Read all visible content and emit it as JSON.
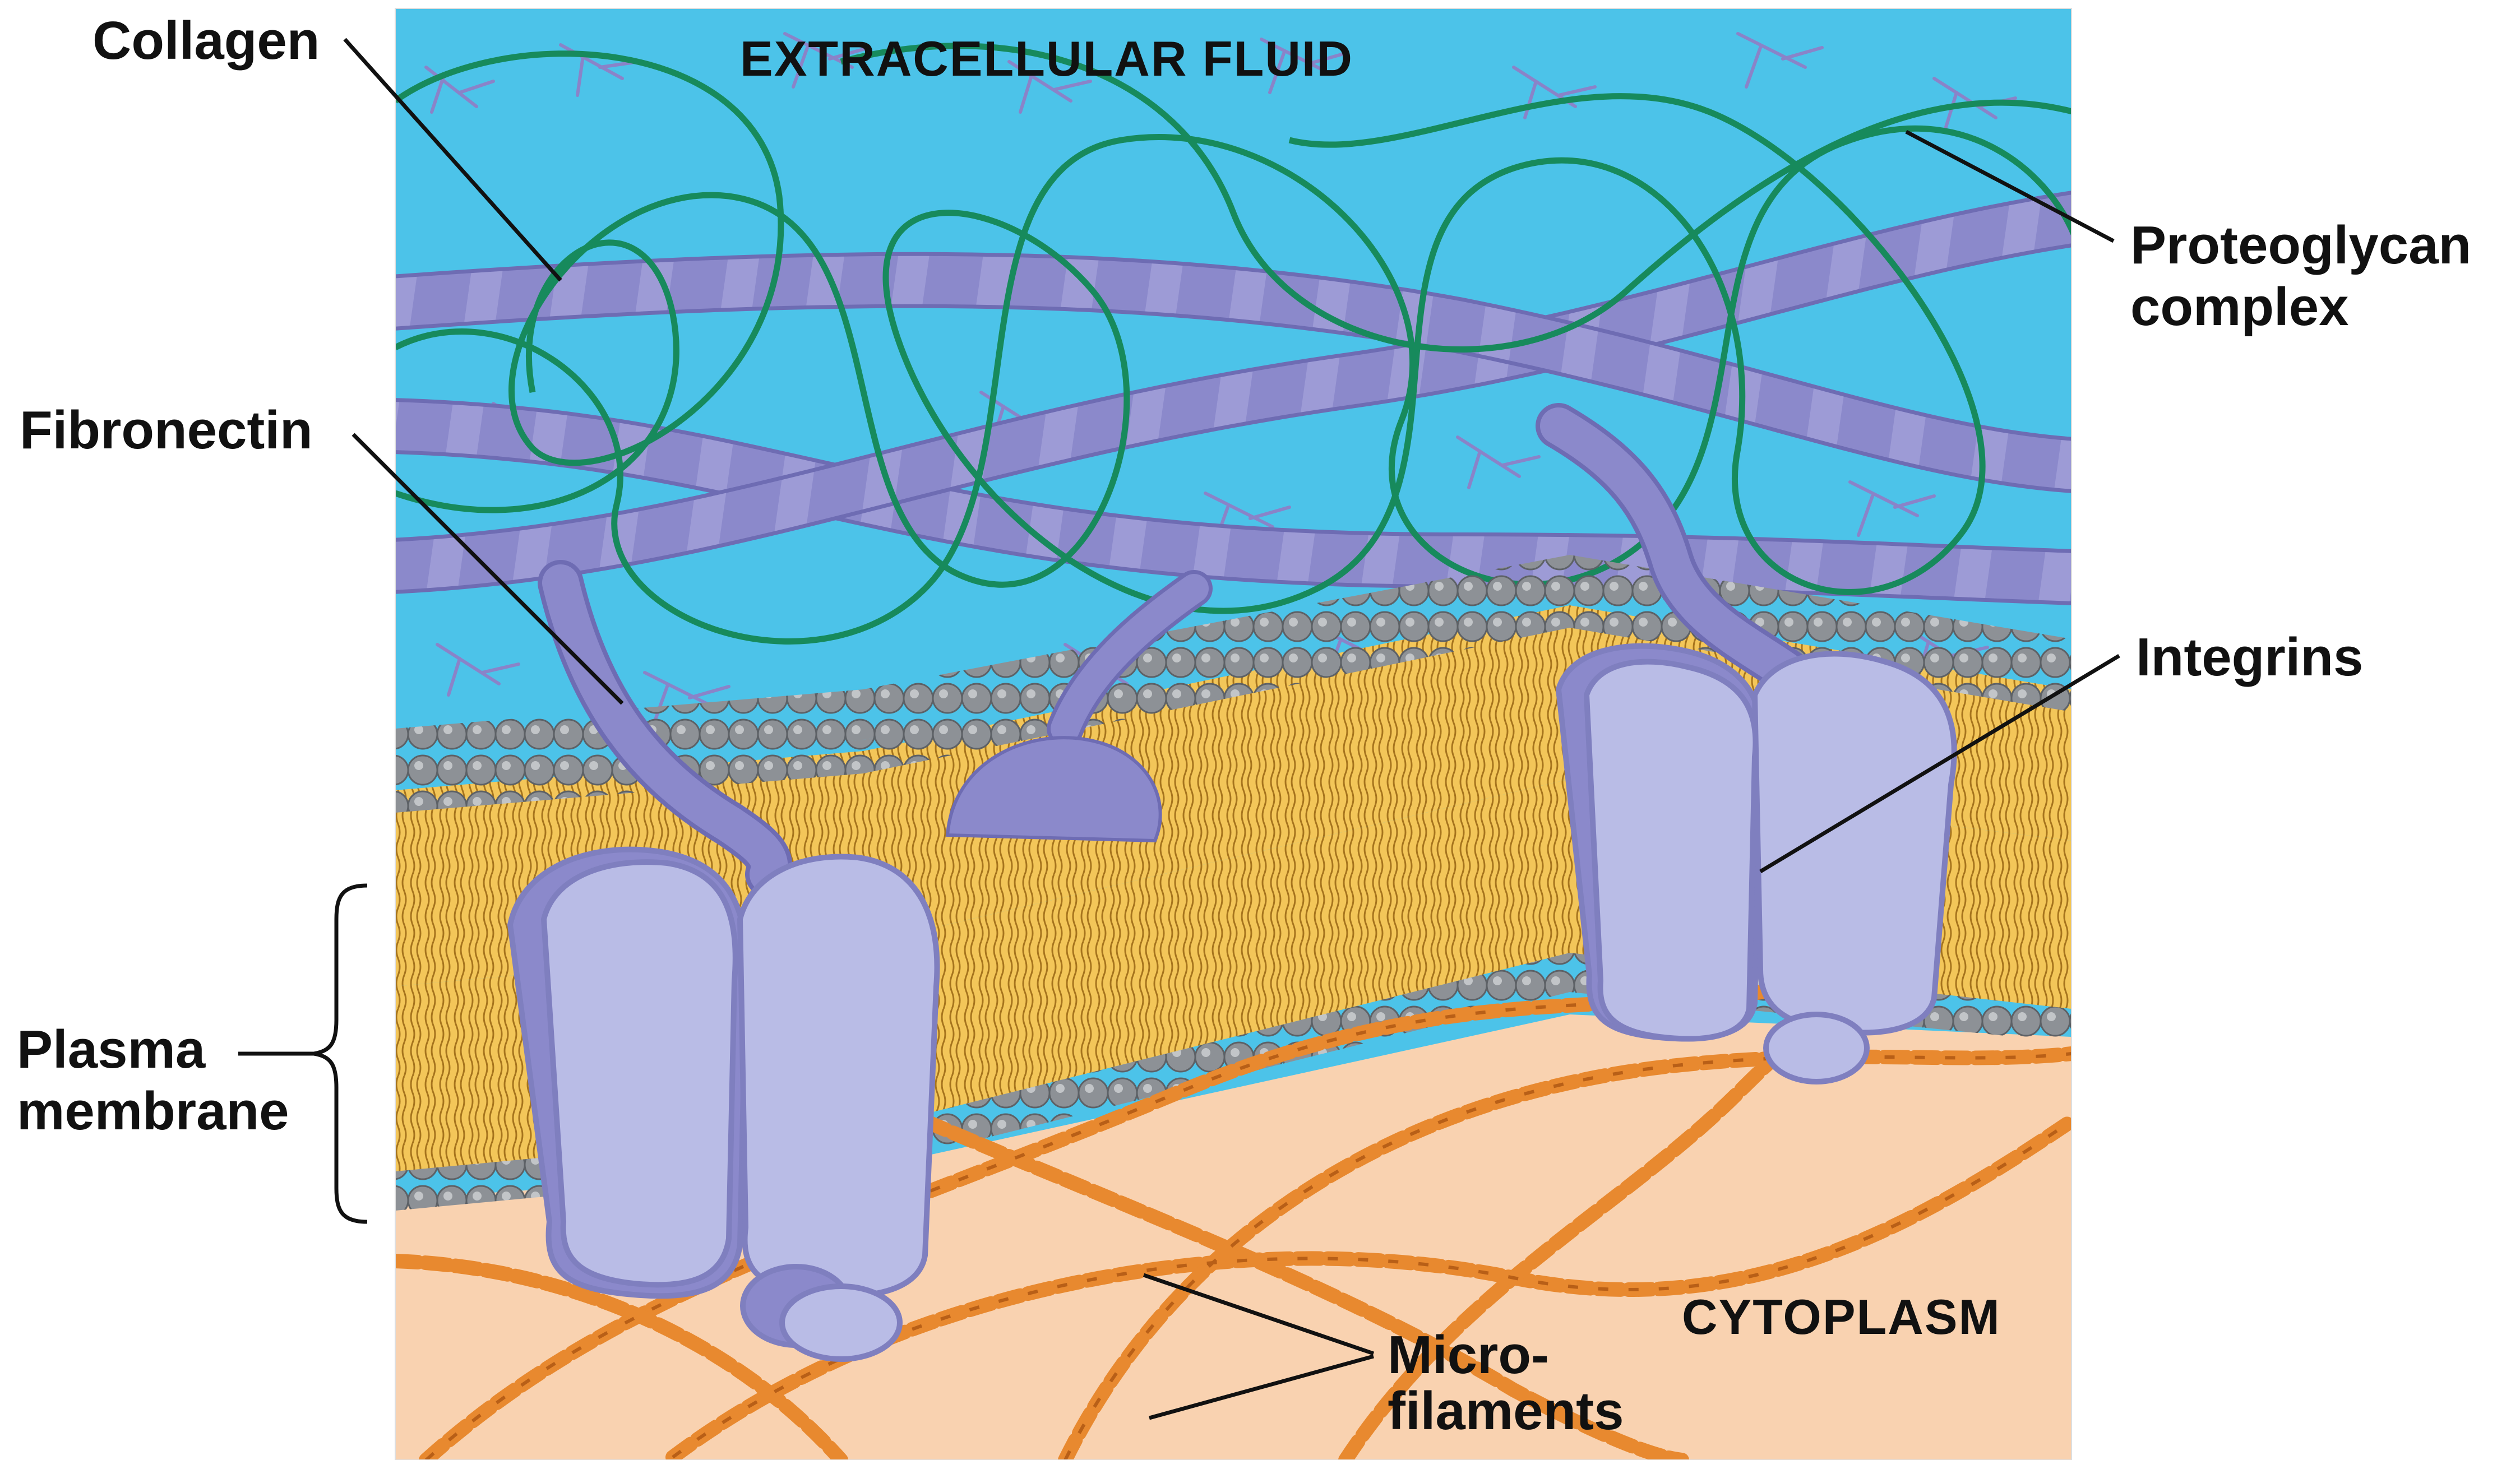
{
  "regions": {
    "extracellular": "EXTRACELLULAR FLUID",
    "cytoplasm": "CYTOPLASM"
  },
  "labels": {
    "collagen": "Collagen",
    "fibronectin": "Fibronectin",
    "plasma_membrane": [
      "Plasma",
      "membrane"
    ],
    "proteoglycan": [
      "Proteoglycan",
      "complex"
    ],
    "integrins": "Integrins",
    "microfilaments": [
      "Micro-",
      "filaments"
    ]
  },
  "colors": {
    "extracellular": "#4cc3e9",
    "cytoplasm": "#f9d2b0",
    "collagen": "#8a88c9",
    "proteoglycan": "#178a5c",
    "lipid_head": "#8d9196",
    "lipid_tail": "#f0b53c",
    "integrin": "#b9bce6",
    "integrin_edge": "#7f7fbf",
    "microfilament": "#e8892f"
  }
}
